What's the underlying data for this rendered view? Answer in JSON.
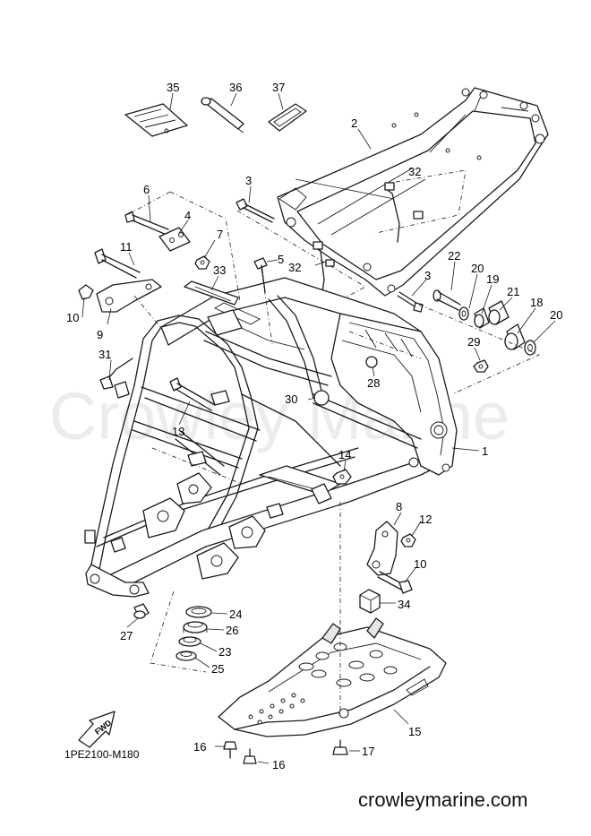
{
  "diagram": {
    "code": "1PE2100-M180",
    "website": "crowleymarine.com",
    "watermark": "Crowley Marine",
    "fwd_label": "FWD"
  },
  "callouts": [
    {
      "id": "c1",
      "label": "1"
    },
    {
      "id": "c2",
      "label": "2"
    },
    {
      "id": "c3a",
      "label": "3"
    },
    {
      "id": "c3b",
      "label": "3"
    },
    {
      "id": "c4",
      "label": "4"
    },
    {
      "id": "c5",
      "label": "5"
    },
    {
      "id": "c6",
      "label": "6"
    },
    {
      "id": "c7",
      "label": "7"
    },
    {
      "id": "c8",
      "label": "8"
    },
    {
      "id": "c9",
      "label": "9"
    },
    {
      "id": "c10a",
      "label": "10"
    },
    {
      "id": "c10b",
      "label": "10"
    },
    {
      "id": "c11",
      "label": "11"
    },
    {
      "id": "c12",
      "label": "12"
    },
    {
      "id": "c13",
      "label": "13"
    },
    {
      "id": "c14",
      "label": "14"
    },
    {
      "id": "c15",
      "label": "15"
    },
    {
      "id": "c16a",
      "label": "16"
    },
    {
      "id": "c16b",
      "label": "16"
    },
    {
      "id": "c17",
      "label": "17"
    },
    {
      "id": "c18",
      "label": "18"
    },
    {
      "id": "c19",
      "label": "19"
    },
    {
      "id": "c20a",
      "label": "20"
    },
    {
      "id": "c20b",
      "label": "20"
    },
    {
      "id": "c21",
      "label": "21"
    },
    {
      "id": "c22",
      "label": "22"
    },
    {
      "id": "c23",
      "label": "23"
    },
    {
      "id": "c24",
      "label": "24"
    },
    {
      "id": "c25",
      "label": "25"
    },
    {
      "id": "c26",
      "label": "26"
    },
    {
      "id": "c27",
      "label": "27"
    },
    {
      "id": "c28",
      "label": "28"
    },
    {
      "id": "c29",
      "label": "29"
    },
    {
      "id": "c30",
      "label": "30"
    },
    {
      "id": "c31",
      "label": "31"
    },
    {
      "id": "c32a",
      "label": "32"
    },
    {
      "id": "c32b",
      "label": "32"
    },
    {
      "id": "c33",
      "label": "33"
    },
    {
      "id": "c34",
      "label": "34"
    },
    {
      "id": "c35",
      "label": "35"
    },
    {
      "id": "c36",
      "label": "36"
    },
    {
      "id": "c37",
      "label": "37"
    }
  ]
}
